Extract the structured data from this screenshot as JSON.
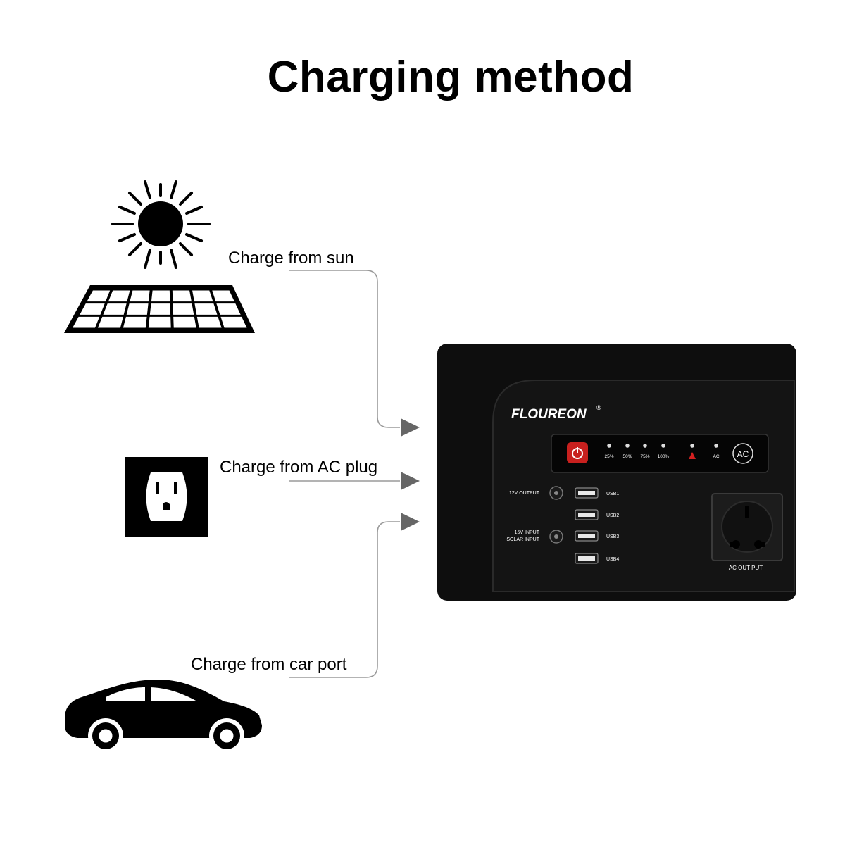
{
  "title": "Charging method",
  "sources": [
    {
      "label": "Charge from sun",
      "icon": "solar-panel-icon"
    },
    {
      "label": "Charge from AC plug",
      "icon": "wall-outlet-icon"
    },
    {
      "label": "Charge from car port",
      "icon": "car-icon"
    }
  ],
  "device": {
    "brand": "FLOUREON",
    "brand_mark": "®",
    "indicators": [
      "25%",
      "50%",
      "75%",
      "100%",
      "",
      "AC"
    ],
    "ac_button": "AC",
    "port_12v": "12V OUTPUT",
    "port_15v_line1": "15V INPUT",
    "port_15v_line2": "SOLAR INPUT",
    "usb_ports": [
      "USB1",
      "USB2",
      "USB3",
      "USB4"
    ],
    "ac_output": "AC OUT PUT"
  },
  "colors": {
    "device_body": "#0e0e0e",
    "power_button": "#c8201e",
    "connector_line": "#9a9a9a",
    "warning": "#d32020"
  }
}
